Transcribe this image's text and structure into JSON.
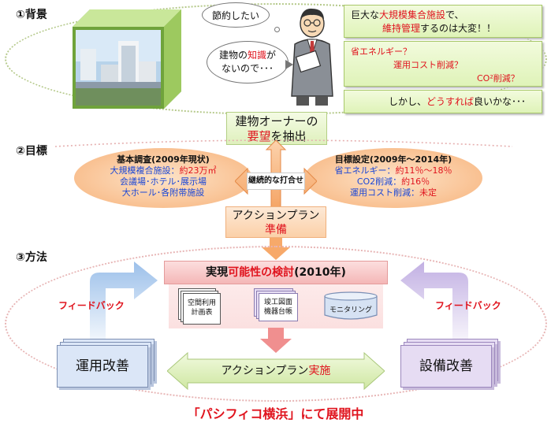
{
  "sections": {
    "background": "①背景",
    "goal": "②目標",
    "method": "③方法"
  },
  "bubbles": {
    "saving": "節約したい",
    "no_knowledge_a": "建物の",
    "no_knowledge_b": "知識",
    "no_knowledge_c": "が",
    "no_knowledge_d": "ないので･･･"
  },
  "concerns": {
    "line1a": "巨大な",
    "line1b": "大規模集合施設",
    "line1c": "で、",
    "line2a": "維持管理",
    "line2b": "するのは大変！！",
    "energy": "省エネルギー？",
    "cost": "運用コスト削減？",
    "co2": "CO²削減？",
    "howto_a": "しかし、",
    "howto_b": "どうすれば",
    "howto_c": "良いかな･･･"
  },
  "owner": {
    "line1": "建物オーナーの",
    "line2a": "要望",
    "line2b": "を抽出"
  },
  "basic_survey": {
    "title": "基本調査(2009年現状)",
    "l1a": "大規模複合施設：",
    "l1b": "約23万㎡",
    "l2": "会議場･ホテル･展示場",
    "l3": "大ホール･各附帯施設"
  },
  "consult": "継続的な打合せ",
  "targets": {
    "title": "目標設定(2009年～2014年)",
    "l1a": "省エネルギー：",
    "l1b": "約11％～18％",
    "l2a": "CO2削減：",
    "l2b": "約16％",
    "l3a": "運用コスト削減：",
    "l3b": "未定"
  },
  "action_prep": {
    "line1": "アクションプラン",
    "line2": "準備"
  },
  "feasibility": {
    "a": "実現",
    "b": "可能性の検討",
    "c": "(2010年)"
  },
  "docs": {
    "space": "空間利用計画表",
    "drawings": "竣工図面機器台帳",
    "monitoring": "モニタリング"
  },
  "feedback_left": "フィードバック",
  "feedback_right": "フィードバック",
  "operation": "運用改善",
  "equipment": "設備改善",
  "action_impl": {
    "a": "アクションプラン",
    "b": "実施"
  },
  "footer": "「パシフィコ横浜」にて展開中"
}
